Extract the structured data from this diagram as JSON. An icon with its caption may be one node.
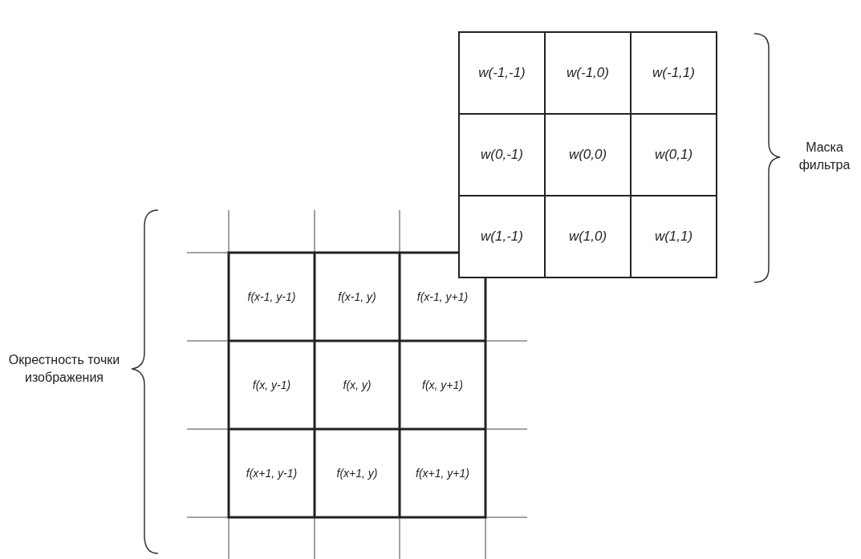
{
  "diagram": {
    "labels": [
      "w(-1,-1)",
      "w(-1,0)",
      "w(-1,1)",
      "w(0,-1)",
      "w(0,0)",
      "w(0,1)",
      "w(1,-1)",
      "w(1,0)",
      "w(1,1)",
      "Маска фильтра",
      "f(x-1, y-1)",
      "f(x-1, y)",
      "f(x-1, y+1)",
      "f(x, y-1)",
      "f(x, y)",
      "f(x, y+1)",
      "f(x+1, y-1)",
      "f(x+1, y)",
      "f(x+1, y+1)",
      "Окрестность точки изображения"
    ]
  }
}
